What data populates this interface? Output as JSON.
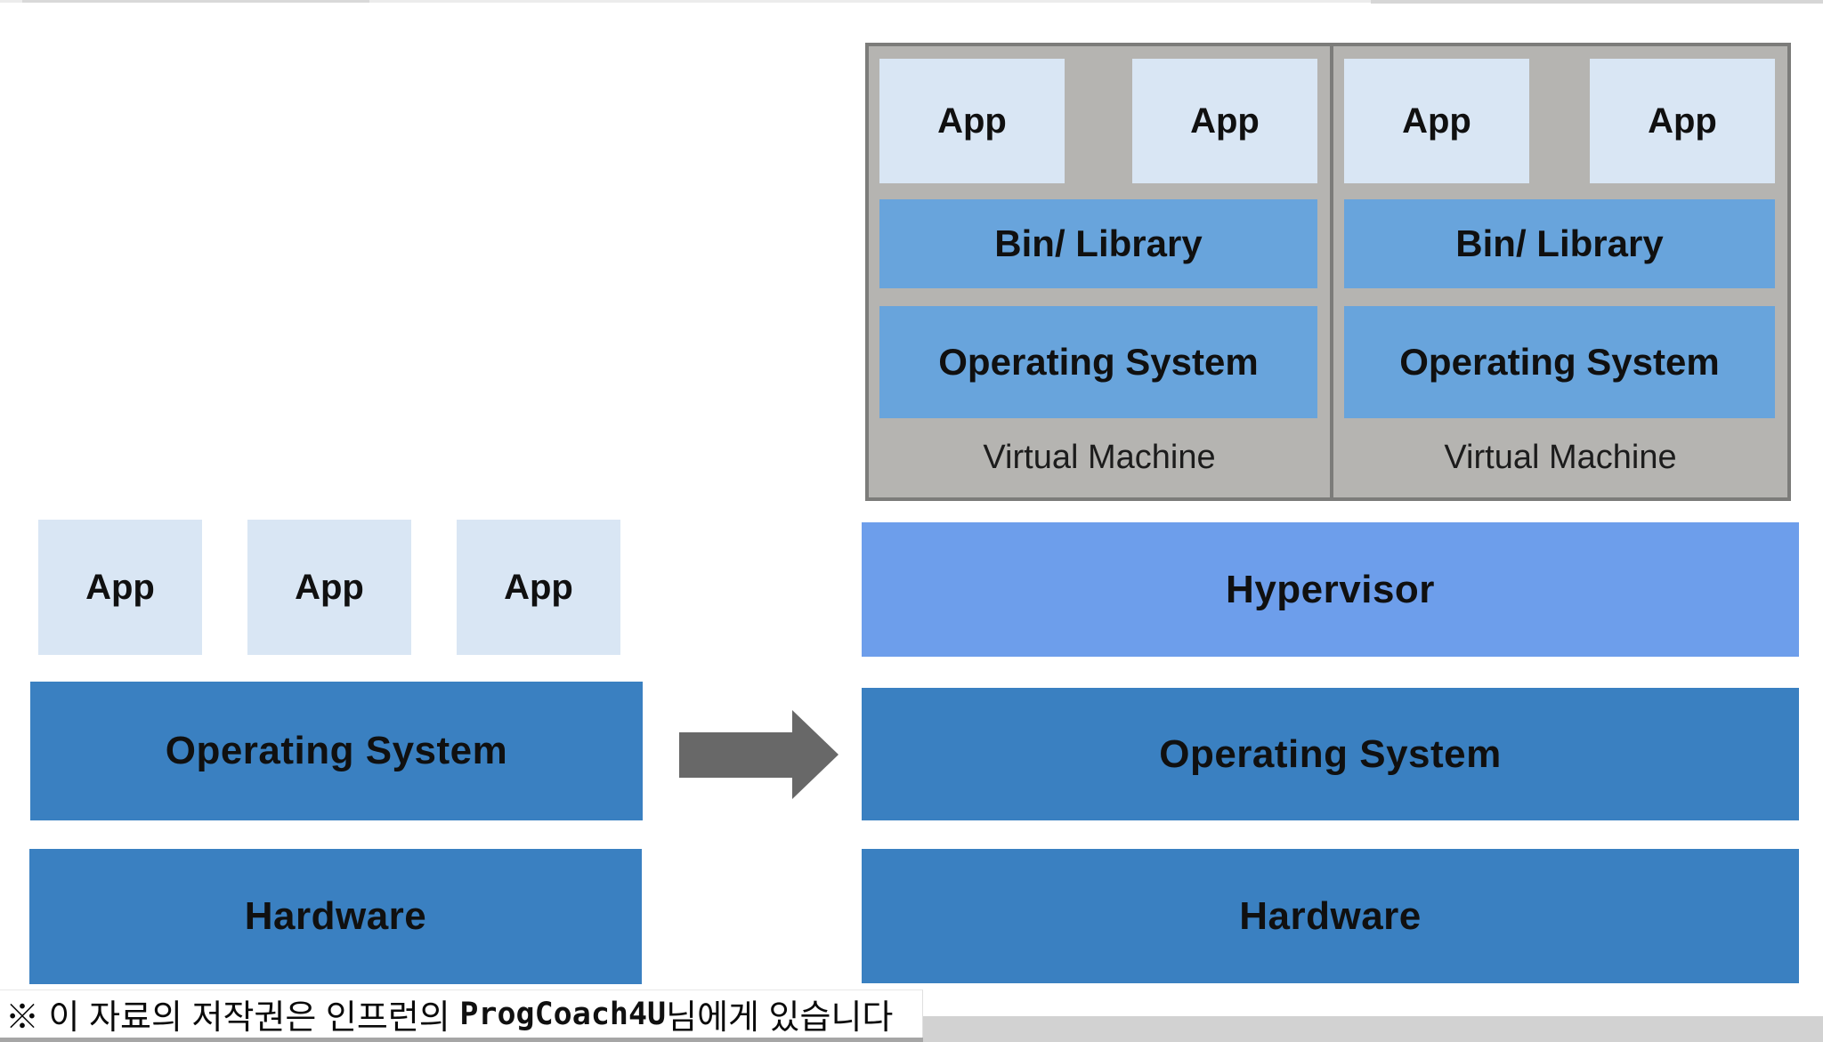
{
  "colors": {
    "app-fill": "#d9e6f4",
    "mid-blue": "#68a4dc",
    "dark-blue": "#3a80c1",
    "hypervisor-blue": "#6d9eeb",
    "vm-gray": "#b5b4b1",
    "vm-border": "#7c7c7a",
    "arrow-gray": "#686868",
    "band-gray": "#d2d2d2",
    "strip-gray": "#a6a6a6"
  },
  "left_stack": {
    "apps": [
      "App",
      "App",
      "App"
    ],
    "os_label": "Operating System",
    "hardware_label": "Hardware"
  },
  "right_stack": {
    "vms": [
      {
        "apps": [
          "App",
          "App"
        ],
        "bin_label": "Bin/ Library",
        "os_label": "Operating System",
        "caption": "Virtual Machine"
      },
      {
        "apps": [
          "App",
          "App"
        ],
        "bin_label": "Bin/ Library",
        "os_label": "Operating System",
        "caption": "Virtual Machine"
      }
    ],
    "hypervisor_label": "Hypervisor",
    "os_label": "Operating System",
    "hardware_label": "Hardware"
  },
  "footer": {
    "prefix": "※ 이 자료의 저작권은 인프런의 ",
    "author": "ProgCoach4U",
    "suffix": "님에게 있습니다"
  }
}
